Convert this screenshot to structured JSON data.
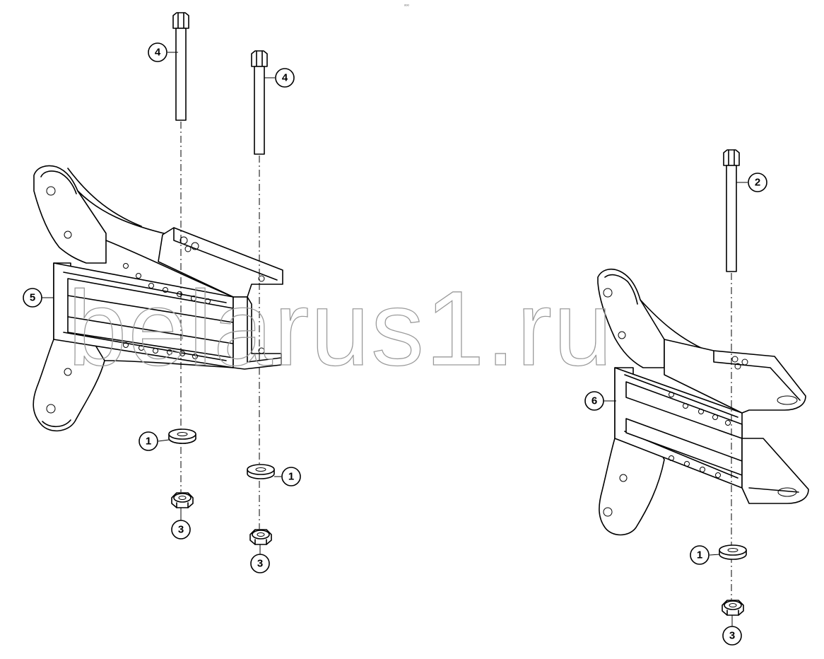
{
  "watermark": "belarus1.ru",
  "sheet_mark": "ₒₒₒ",
  "callouts": {
    "washer_left_1": "1",
    "washer_left_2": "1",
    "washer_right": "1",
    "bolt_right": "2",
    "nut_left_1": "3",
    "nut_left_2": "3",
    "nut_right": "3",
    "bolt_left_1": "4",
    "bolt_left_2": "4",
    "bracket_left": "5",
    "bracket_right": "6"
  }
}
